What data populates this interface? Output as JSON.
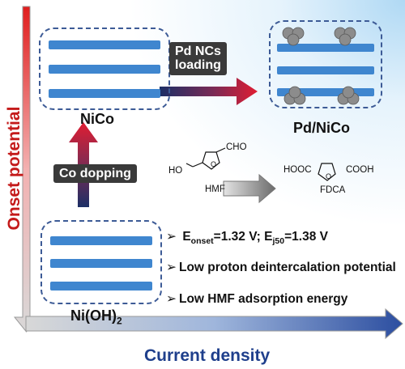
{
  "axes": {
    "y_label": "Onset potential",
    "x_label": "Current density"
  },
  "materials": {
    "top_left": "NiCo",
    "top_right": "Pd/NiCo",
    "bottom_left": "Ni(OH)",
    "bottom_left_sub": "2"
  },
  "steps": {
    "loading_line1": "Pd NCs",
    "loading_line2": "loading",
    "doping": "Co dopping"
  },
  "reaction": {
    "reactant_label": "HMF",
    "product_label": "FDCA",
    "reactant_groups": [
      "HO",
      "CHO"
    ],
    "product_groups": [
      "HOOC",
      "COOH"
    ]
  },
  "bullets": [
    {
      "mark": "➢",
      "parts": [
        "E",
        "onset",
        "=1.32 V; E",
        "j50",
        "=1.38 V"
      ]
    },
    {
      "mark": "➢",
      "text": "Low proton deintercalation potential"
    },
    {
      "mark": "➢",
      "text": "Low HMF adsorption energy"
    }
  ],
  "colors": {
    "axis_y": "#c41a1a",
    "axis_x": "#1f3f8c",
    "layer": "#3f86cf",
    "box_border": "#3d5b96",
    "pd": "#8c8c8c"
  }
}
